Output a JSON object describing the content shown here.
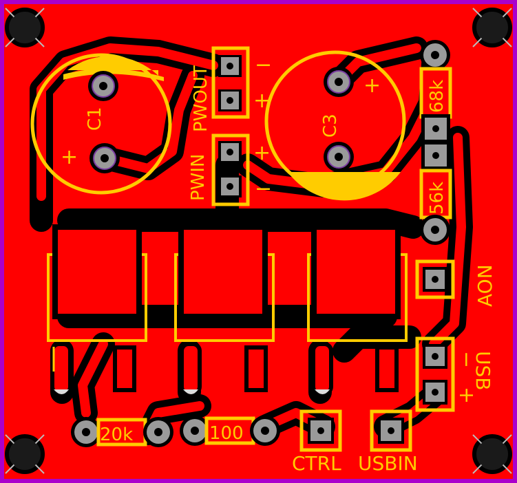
{
  "colors": {
    "background": "#000000",
    "copper": "#ff0000",
    "board_outline": "#aa00cc",
    "silkscreen": "#ffcc00",
    "pad": "#9a9a9a",
    "trace_gap": "#000000"
  },
  "labels": {
    "c1": "C1",
    "c3": "C3",
    "pwout": "PWOUT",
    "pwin": "PWIN",
    "r_68k": "68k",
    "r_56k": "56k",
    "r_20k": "20k",
    "r_100": "100",
    "aon": "AON",
    "usb": "USB",
    "ctrl": "CTRL",
    "usbin": "USBIN",
    "plus": "+",
    "minus": "−"
  }
}
